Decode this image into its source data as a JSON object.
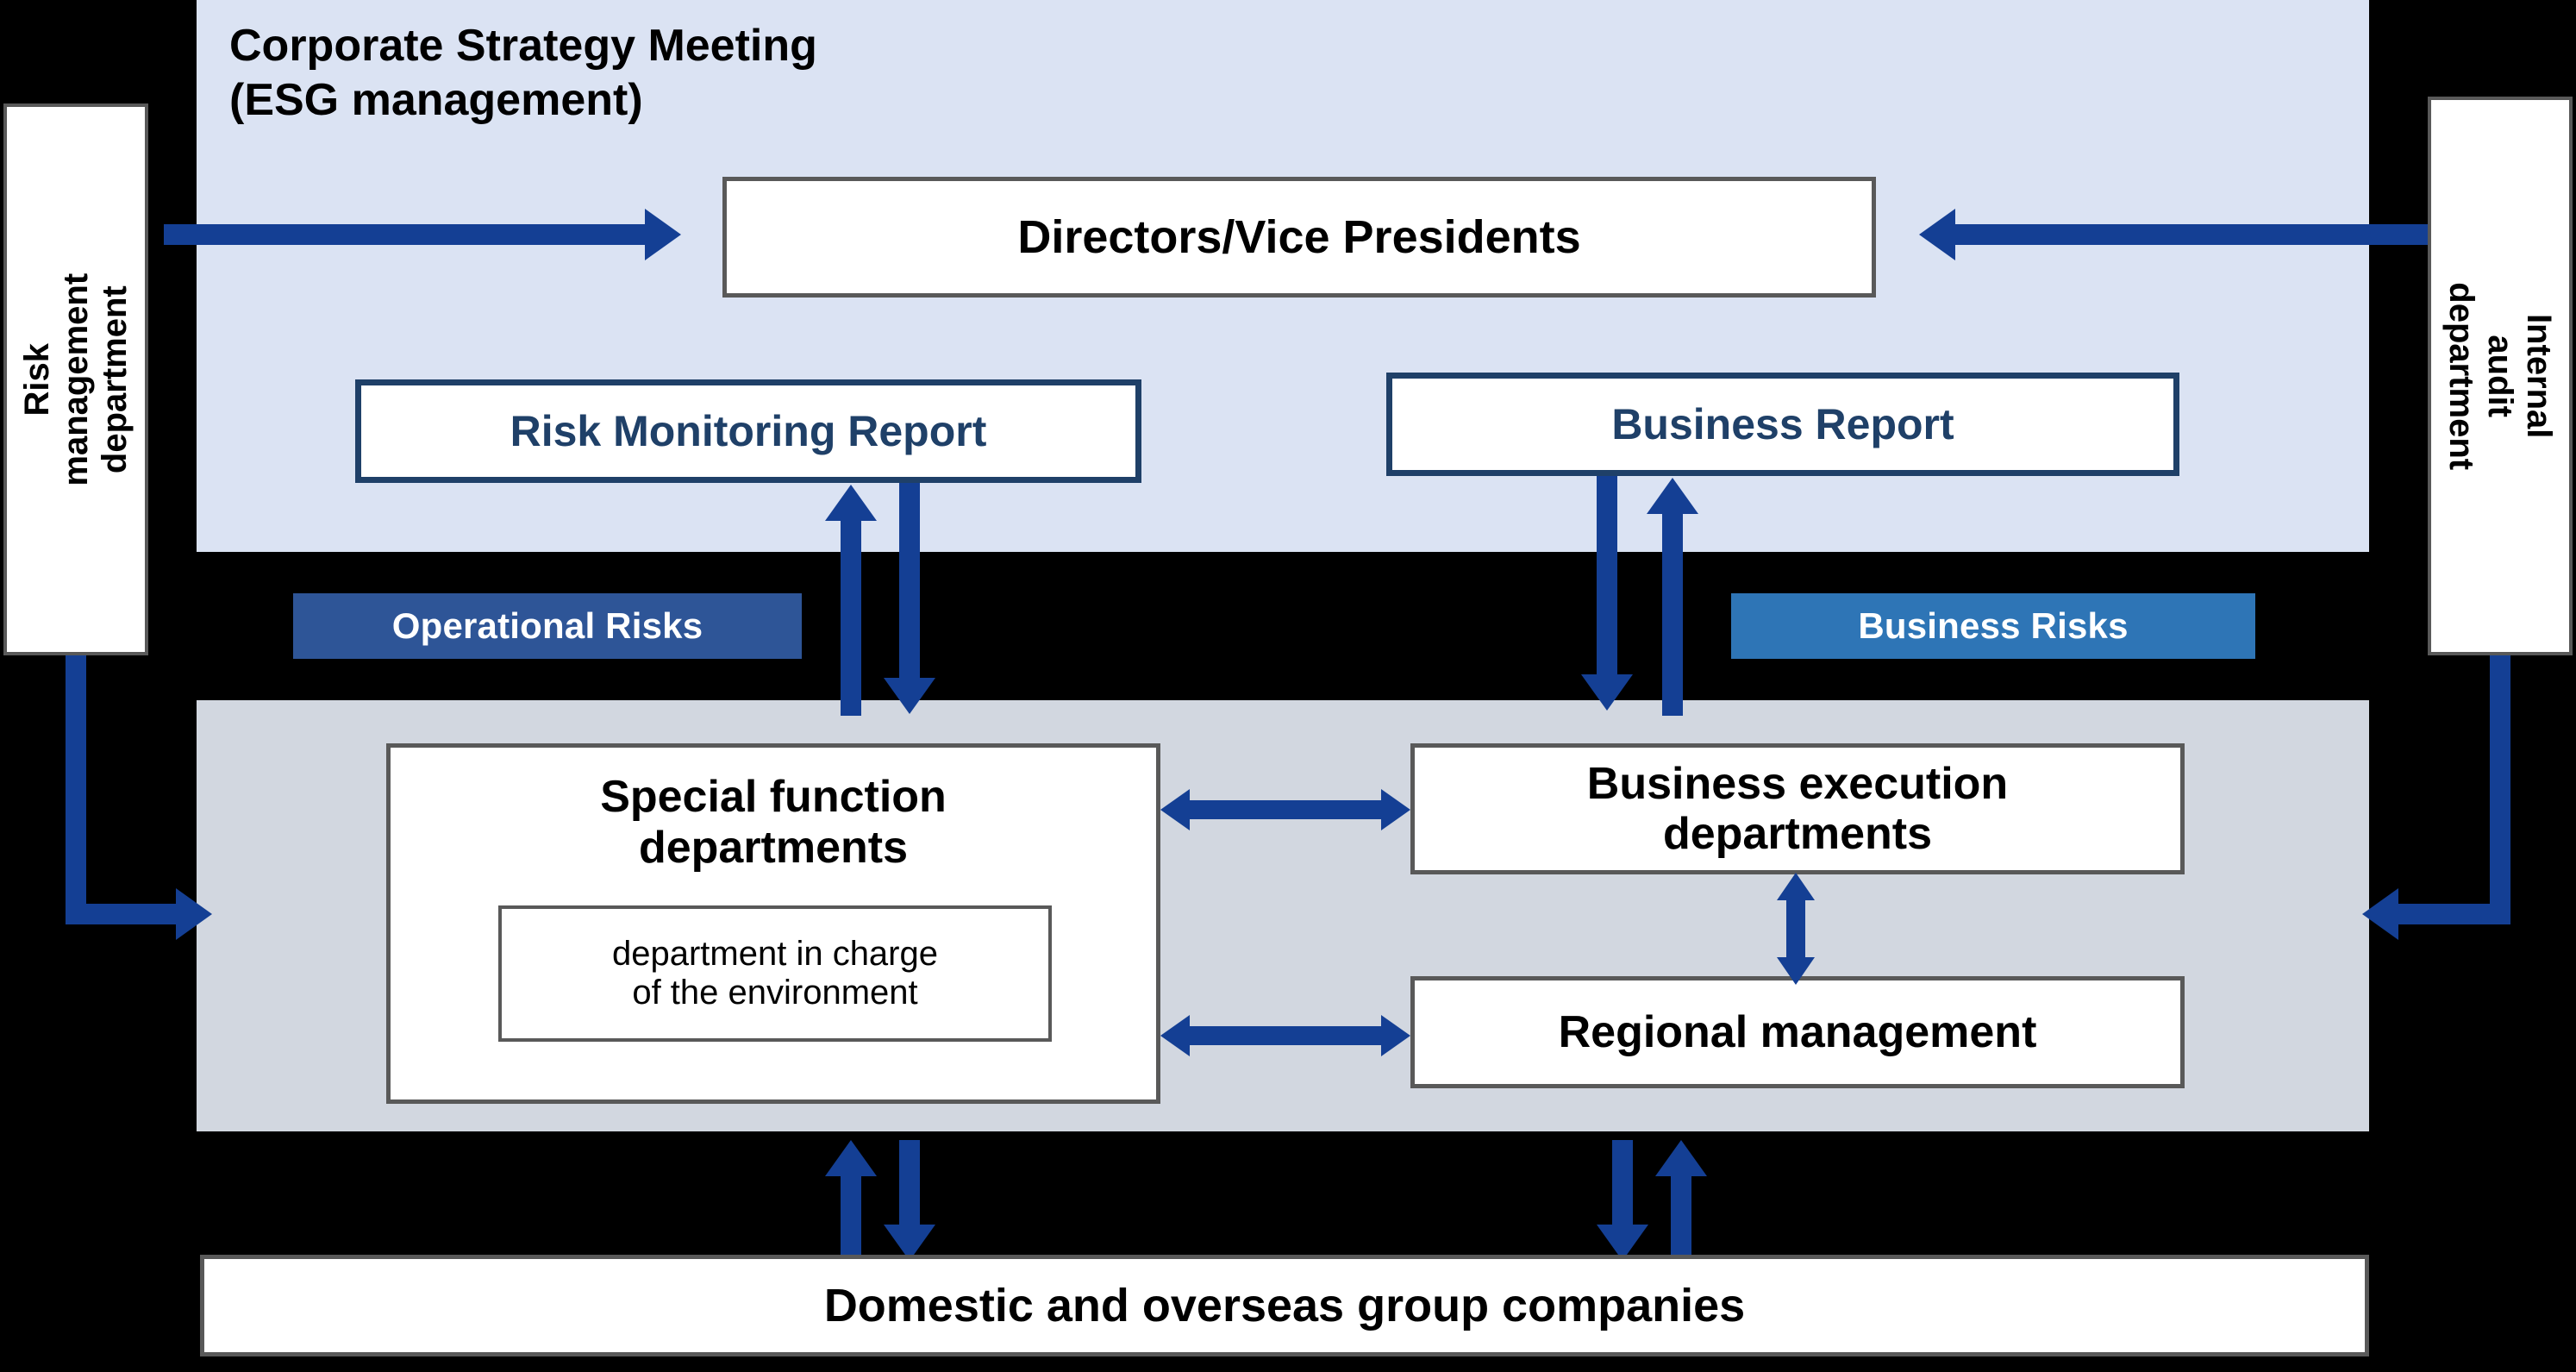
{
  "diagram": {
    "title": "Corporate Strategy Meeting\n(ESG management)",
    "colors": {
      "top_panel_bg": "#dbe3f3",
      "mid_panel_bg": "#d2d7e0",
      "arrow": "#143f94",
      "navy_text": "#1f4068",
      "operational_badge": "#2e5597",
      "business_badge": "#2e75b6",
      "page_bg": "#000000"
    },
    "side_labels": {
      "left": "Risk management\ndepartment",
      "right": "Internal audit\ndepartment"
    },
    "boxes": {
      "directors": "Directors/Vice Presidents",
      "risk_monitoring_report": "Risk Monitoring Report",
      "business_report": "Business Report",
      "special_function": "Special function\ndepartments",
      "environment_dept": "department in charge\nof the environment",
      "business_execution": "Business execution\ndepartments",
      "regional_management": "Regional management",
      "group_companies": "Domestic and overseas group companies"
    },
    "badges": {
      "operational_risks": "Operational Risks",
      "business_risks": "Business Risks"
    }
  }
}
